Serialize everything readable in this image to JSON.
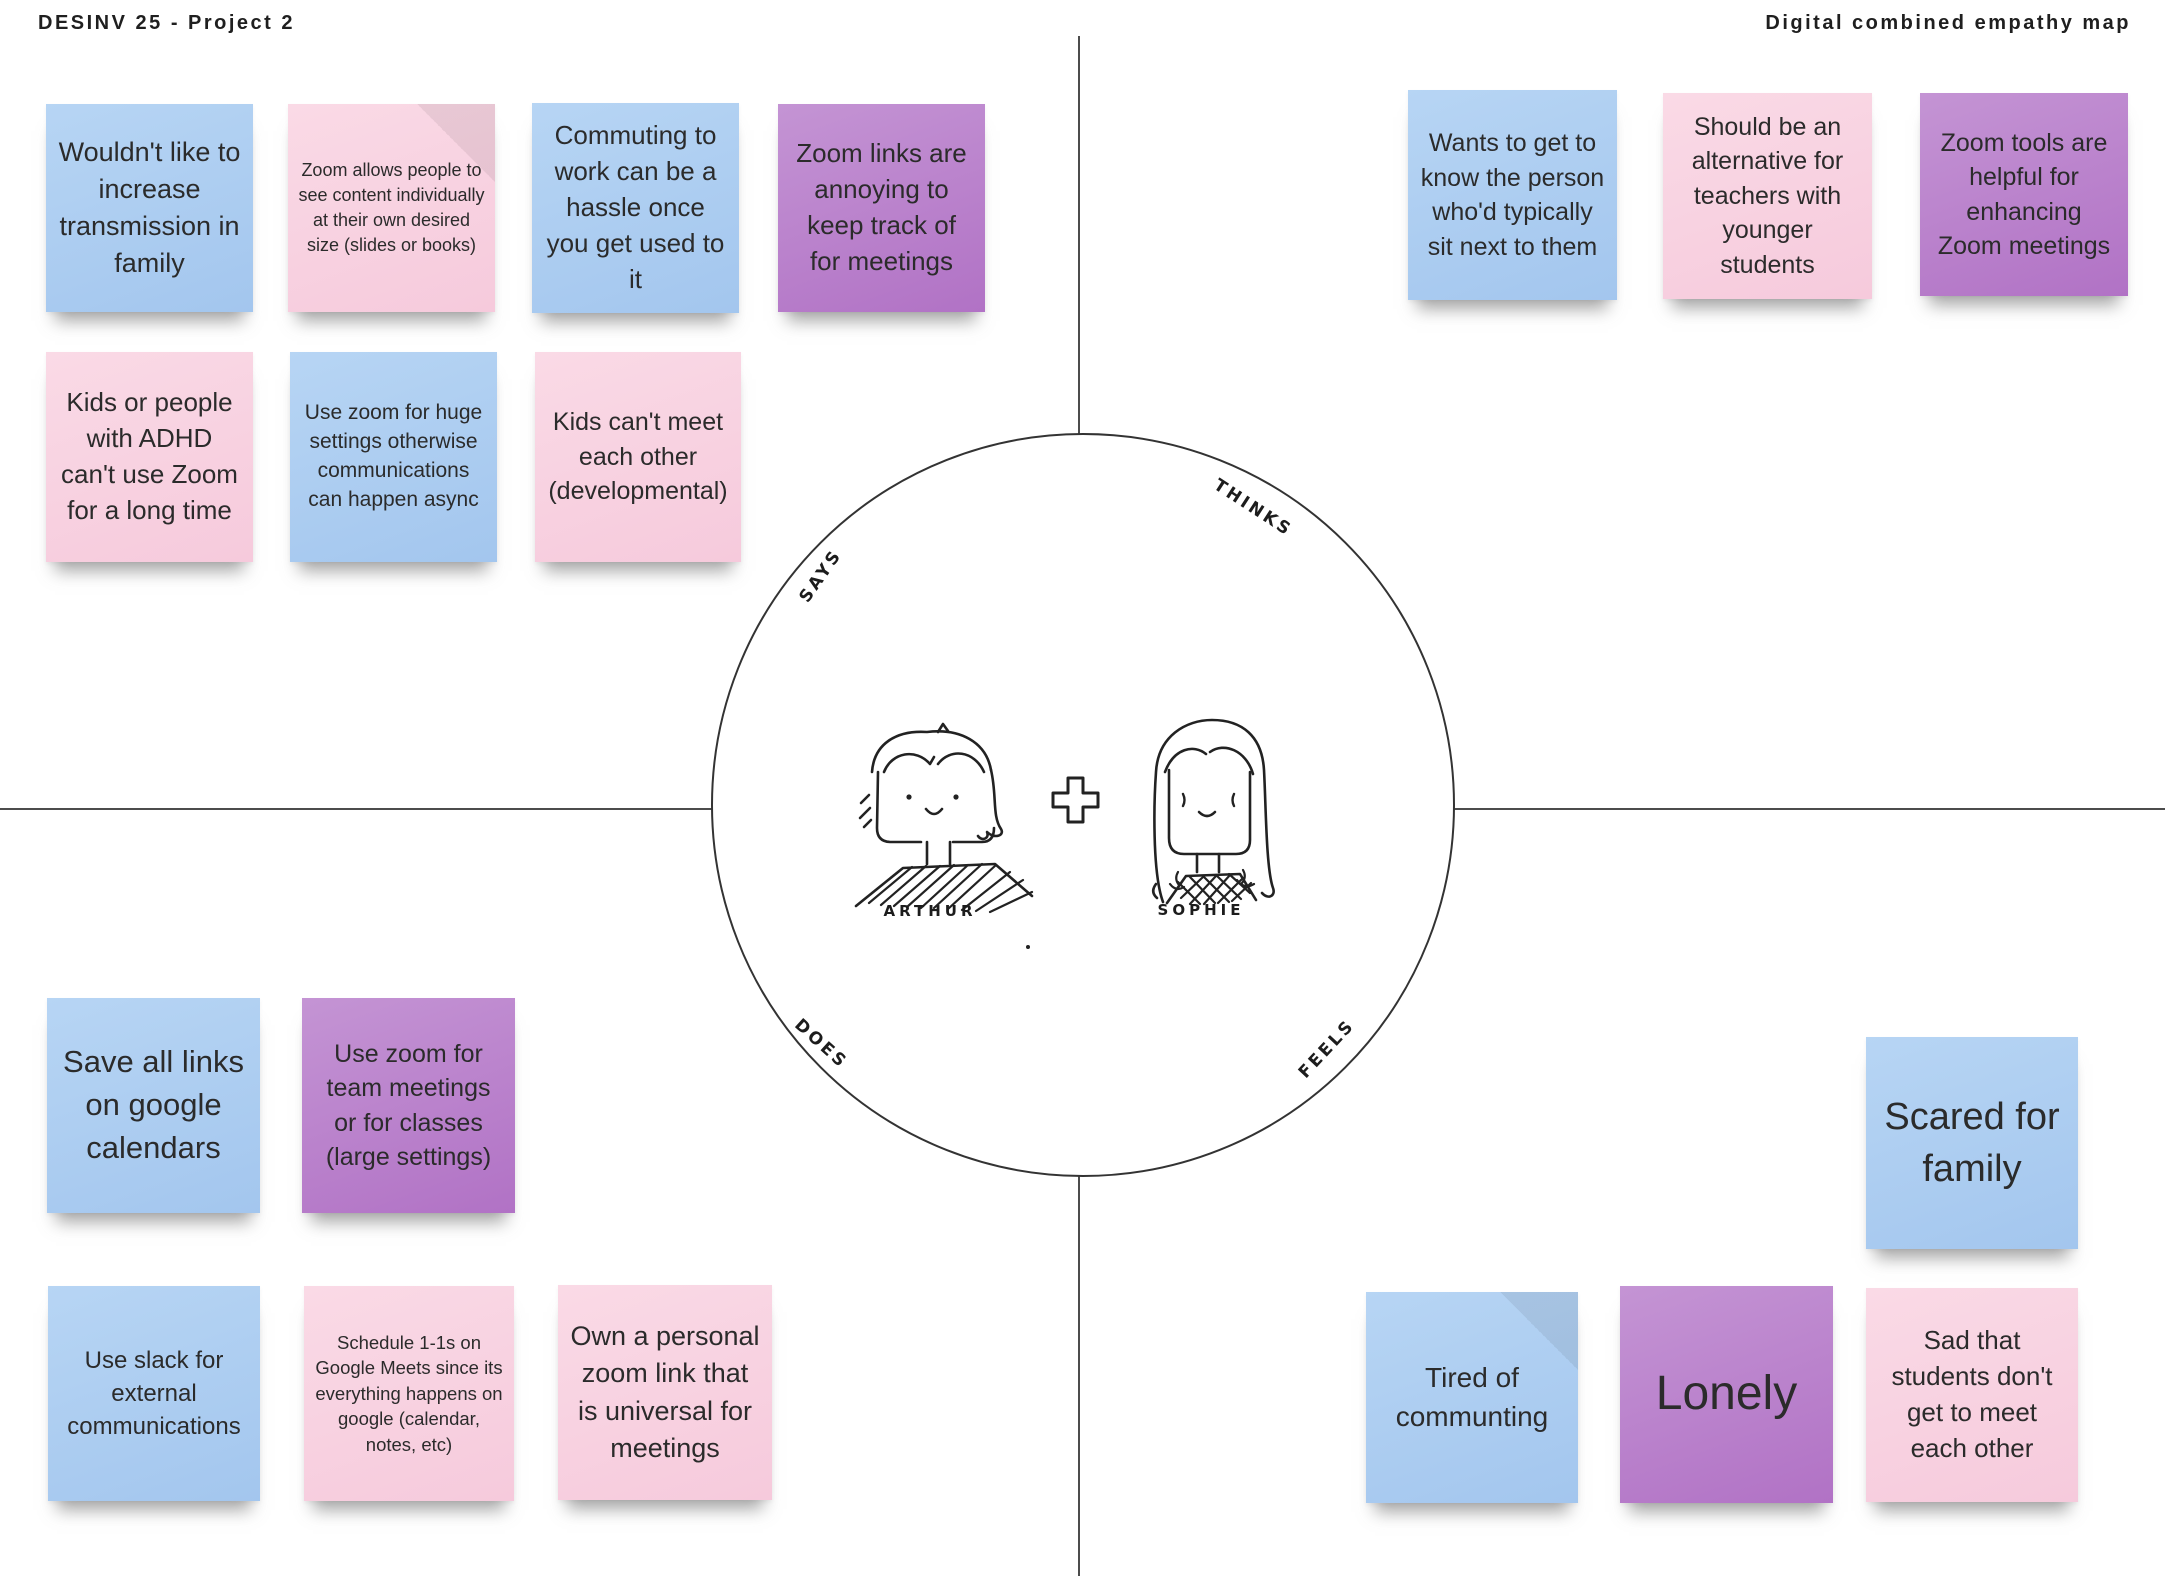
{
  "header": {
    "left": "DESINV 25 - Project 2",
    "right": "Digital combined empathy map"
  },
  "empathy_map": {
    "labels": {
      "says": "SAYS",
      "thinks": "THINKS",
      "does": "DOES",
      "feels": "FEELS"
    },
    "persons": [
      {
        "name": "ARTHUR"
      },
      {
        "name": "SOPHIE"
      }
    ]
  },
  "note_colors": {
    "blue": "#aacdf1",
    "pink": "#f8d3e1",
    "purple": "#bb85cf"
  },
  "quadrants": {
    "says": {
      "notes": [
        {
          "color": "blue",
          "text": "Wouldn't like to increase transmission in family"
        },
        {
          "color": "pink",
          "text": "Zoom allows people to see content individually at their own desired size (slides or books)"
        },
        {
          "color": "blue",
          "text": "Commuting to work can be a hassle once you get used to it"
        },
        {
          "color": "purple",
          "text": "Zoom links are annoying to keep track of for meetings"
        },
        {
          "color": "pink",
          "text": "Kids or people with ADHD can't use Zoom for a long time"
        },
        {
          "color": "blue",
          "text": "Use zoom for huge settings otherwise communications can happen async"
        },
        {
          "color": "pink",
          "text": "Kids can't meet each other (developmental)"
        }
      ]
    },
    "thinks": {
      "notes": [
        {
          "color": "blue",
          "text": "Wants to get to know the person who'd typically sit next to them"
        },
        {
          "color": "pink",
          "text": "Should be an alternative for teachers with younger students"
        },
        {
          "color": "purple",
          "text": "Zoom tools are helpful for enhancing Zoom meetings"
        }
      ]
    },
    "does": {
      "notes": [
        {
          "color": "blue",
          "text": "Save all links on google calendars"
        },
        {
          "color": "purple",
          "text": "Use zoom for team meetings or for classes (large settings)"
        },
        {
          "color": "blue",
          "text": "Use slack for external communications"
        },
        {
          "color": "pink",
          "text": "Schedule 1-1s on Google Meets since its everything happens on google (calendar, notes, etc)"
        },
        {
          "color": "pink",
          "text": "Own a personal zoom link that is universal for meetings"
        }
      ]
    },
    "feels": {
      "notes": [
        {
          "color": "blue",
          "text": "Scared for family"
        },
        {
          "color": "blue",
          "text": "Tired of communting"
        },
        {
          "color": "purple",
          "text": "Lonely"
        },
        {
          "color": "pink",
          "text": "Sad that students don't get to meet each other"
        }
      ]
    }
  }
}
